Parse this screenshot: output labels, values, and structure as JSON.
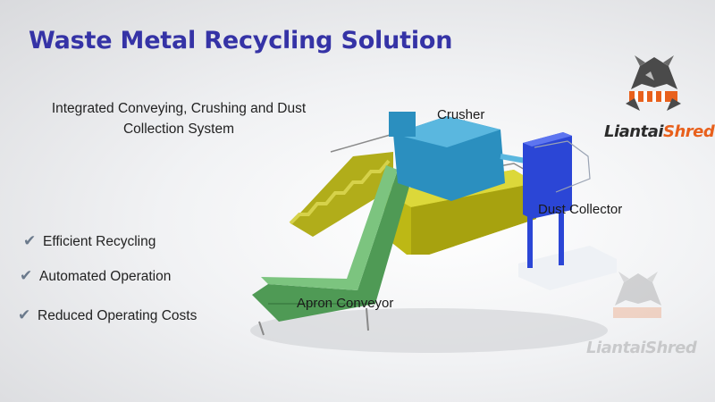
{
  "slide": {
    "title": "Waste Metal Recycling Solution",
    "subtitle_line1": "Integrated Conveying, Crushing and Dust",
    "subtitle_line2": "Collection System"
  },
  "features": [
    {
      "icon": "checkmark-icon",
      "glyph": "✔",
      "label": "Efficient Recycling"
    },
    {
      "icon": "checkmark-icon",
      "glyph": "✔",
      "label": "Automated Operation"
    },
    {
      "icon": "checkmark-icon",
      "glyph": "✔",
      "label": "Reduced Operating Costs"
    }
  ],
  "machine": {
    "labels": {
      "crusher": "Crusher",
      "dust_collector": "Dust Collector",
      "apron_conveyor": "Apron Conveyor"
    }
  },
  "logo": {
    "name_part1": "Liantai",
    "name_part2": "Shred",
    "icon": "rhino-icon"
  },
  "colors": {
    "title": "#3533a6",
    "conveyor": "#4f9a55",
    "platform": "#c8c417",
    "crusher": "#2b8fbf",
    "dust_collector": "#2b46d6",
    "brand_accent": "#e8601c"
  }
}
